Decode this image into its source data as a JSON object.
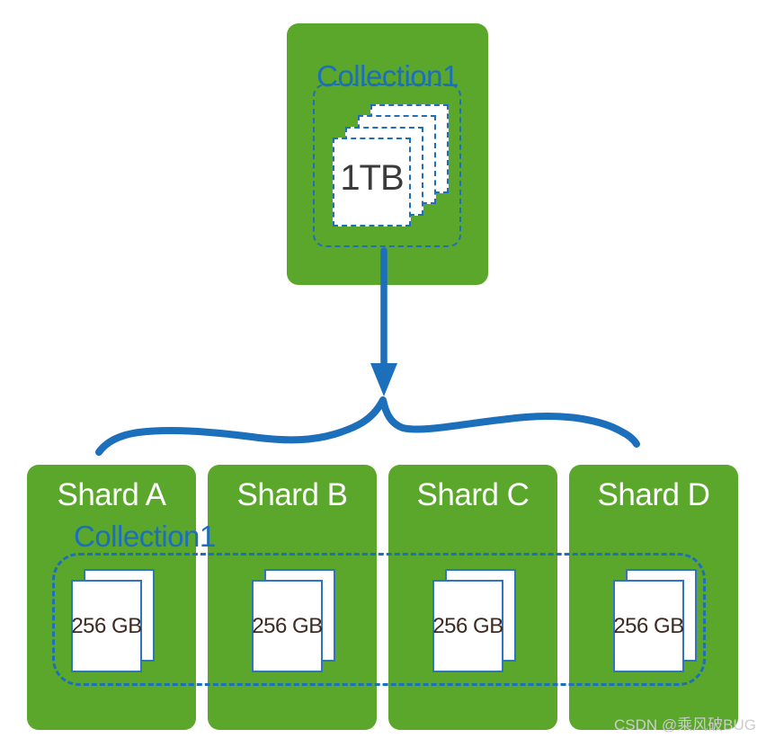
{
  "diagram": {
    "collection": {
      "label": "Collection1",
      "size_label": "1TB"
    },
    "shards": [
      {
        "label": "Shard A",
        "size_label": "256 GB"
      },
      {
        "label": "Shard B",
        "size_label": "256 GB"
      },
      {
        "label": "Shard C",
        "size_label": "256 GB"
      },
      {
        "label": "Shard D",
        "size_label": "256 GB"
      }
    ],
    "sharded_collection_label": "Collection1",
    "watermark": "CSDN @乘风破BUG"
  },
  "colors": {
    "green": "#5aa72c",
    "blue": "#1c6fba",
    "page_border_blue": "#2e74c0",
    "collection_size_text": "#3b3b3b",
    "shard_size_text": "#3c2b22",
    "shard_label_text": "#ffffff",
    "watermark_text": "#cccccc"
  }
}
